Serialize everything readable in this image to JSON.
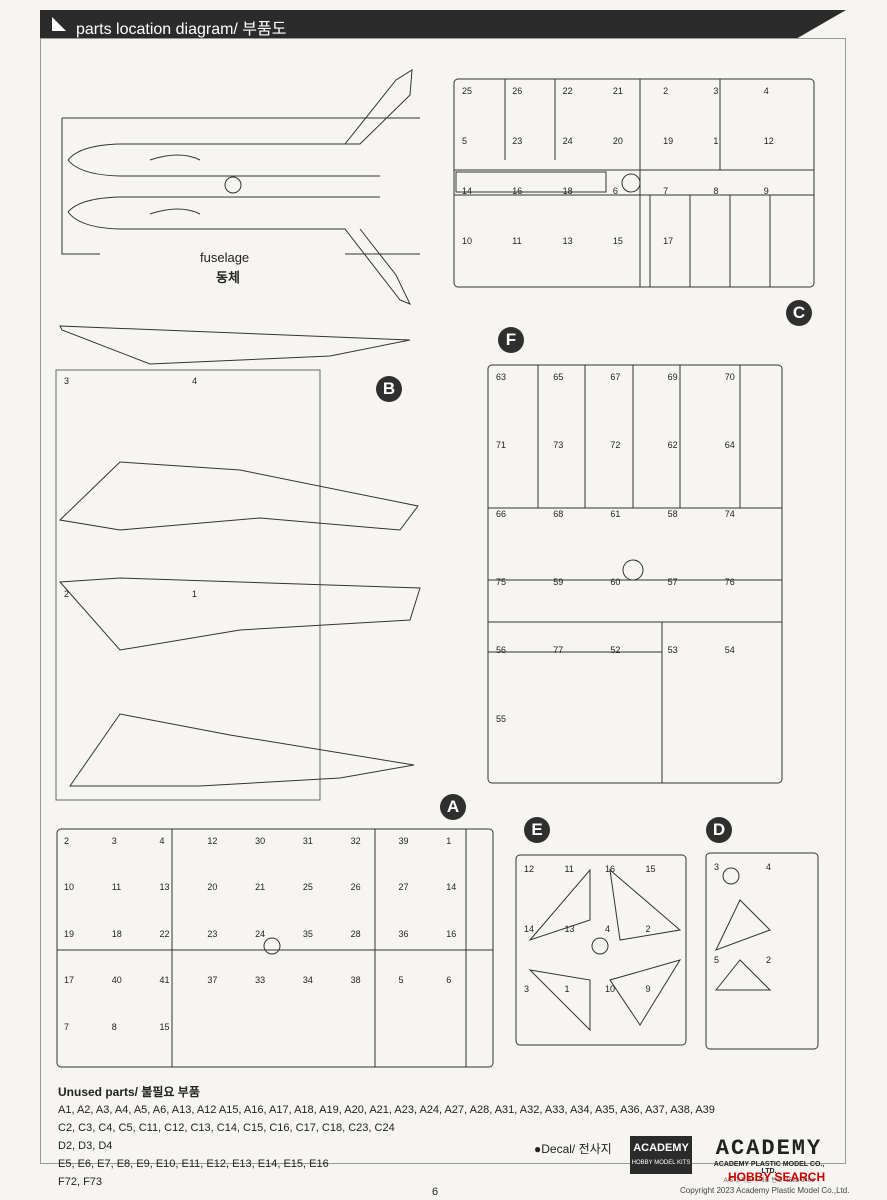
{
  "header": {
    "title": "parts location diagram/ 부품도"
  },
  "fuselage": {
    "label_en": "fuselage",
    "label_ko": "동체"
  },
  "sprues": {
    "A": {
      "letter": "A",
      "numbers": [
        "2",
        "3",
        "4",
        "12",
        "30",
        "31",
        "32",
        "39",
        "1",
        "10",
        "11",
        "13",
        "20",
        "21",
        "25",
        "26",
        "27",
        "14",
        "19",
        "18",
        "22",
        "23",
        "24",
        "35",
        "28",
        "36",
        "16",
        "17",
        "40",
        "41",
        "37",
        "33",
        "34",
        "38",
        "5",
        "6",
        "7",
        "8",
        "15"
      ]
    },
    "B": {
      "letter": "B",
      "numbers": [
        "3",
        "4",
        "2",
        "1"
      ]
    },
    "C": {
      "letter": "C",
      "numbers": [
        "25",
        "26",
        "22",
        "21",
        "2",
        "3",
        "4",
        "5",
        "23",
        "24",
        "20",
        "19",
        "1",
        "12",
        "14",
        "16",
        "18",
        "6",
        "7",
        "8",
        "9",
        "10",
        "11",
        "13",
        "15",
        "17"
      ]
    },
    "D": {
      "letter": "D",
      "numbers": [
        "3",
        "4",
        "5",
        "2"
      ]
    },
    "E": {
      "letter": "E",
      "numbers": [
        "12",
        "11",
        "16",
        "15",
        "14",
        "13",
        "4",
        "2",
        "3",
        "1",
        "10",
        "9"
      ]
    },
    "F": {
      "letter": "F",
      "numbers": [
        "63",
        "65",
        "67",
        "69",
        "70",
        "71",
        "73",
        "72",
        "62",
        "64",
        "66",
        "68",
        "61",
        "58",
        "74",
        "75",
        "59",
        "60",
        "57",
        "76",
        "56",
        "77",
        "52",
        "53",
        "54",
        "55"
      ]
    }
  },
  "unused": {
    "heading": "Unused parts/ 불필요 부품",
    "lines": [
      "A1, A2, A3, A4, A5, A6, A13, A12 A15, A16, A17, A18, A19, A20, A21, A23, A24, A27, A28, A31, A32, A33, A34, A35, A36, A37, A38, A39",
      "C2, C3, C4, C5, C11, C12, C13, C14, C15, C16, C17, C18, C23, C24",
      "D2, D3, D4",
      "E5, E6, E7, E8, E9, E10, E11, E12, E13, E14, E15, E16",
      "F72, F73"
    ]
  },
  "decal": {
    "label": "●Decal/ 전사지"
  },
  "brand": {
    "academy_badge": "ACADEMY",
    "academy_badge_sub": "HOBBY MODEL KITS",
    "academy_logo": "ACADEMY",
    "company": "ACADEMY PLASTIC MODEL CO., LTD.",
    "service": "A/S 고객센터 대표 번호 :1588-3406"
  },
  "watermark": "HOBBY SEARCH",
  "copyright": "Copyright 2023 Academy Plastic Model Co.,Ltd.",
  "page_number": "6"
}
